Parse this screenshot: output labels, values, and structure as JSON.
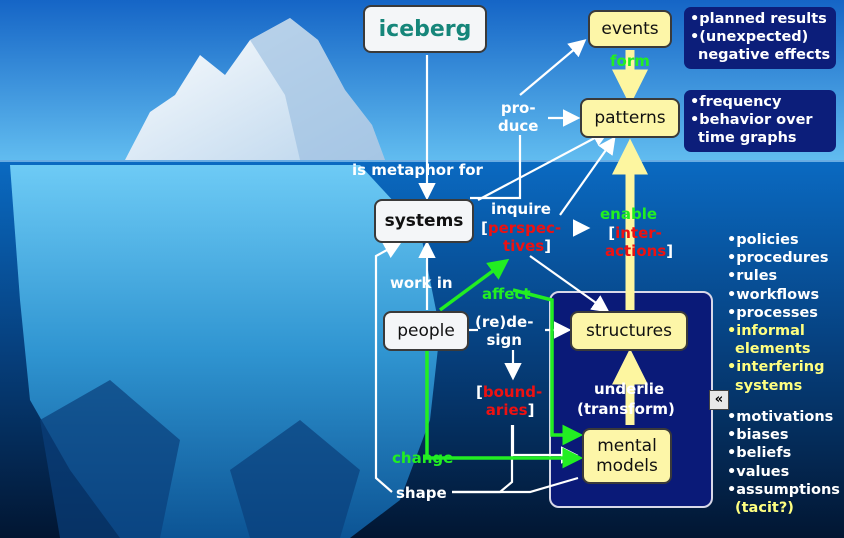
{
  "nodes": {
    "iceberg": "iceberg",
    "events": "events",
    "patterns": "patterns",
    "systems": "systems",
    "people": "people",
    "structures": "structures",
    "mental_models": [
      "mental",
      "models"
    ]
  },
  "notes": {
    "events": [
      "•planned results",
      "•(unexpected)",
      " negative effects"
    ],
    "patterns": [
      "•frequency",
      "•behavior over",
      " time graphs"
    ]
  },
  "labels": {
    "form": "form",
    "produce": [
      "pro-",
      "duce"
    ],
    "is_metaphor_for": "is metaphor for",
    "inquire": "inquire",
    "perspectives": [
      "perspec-",
      "tives"
    ],
    "enable": "enable",
    "interactions": [
      "inter-",
      "actions"
    ],
    "work_in": "work in",
    "affect": "affect",
    "redesign": [
      "(re)de-",
      "sign"
    ],
    "boundaries": [
      "bound-",
      "aries"
    ],
    "underlie": "underlie",
    "transform": "(transform)",
    "change": "change",
    "shape": "shape",
    "bracket_open": "[",
    "bracket_close": "]"
  },
  "structures_list": [
    {
      "text": "•policies",
      "style": "white"
    },
    {
      "text": "•procedures",
      "style": "white"
    },
    {
      "text": "•rules",
      "style": "white"
    },
    {
      "text": "•workflows",
      "style": "white"
    },
    {
      "text": "•processes",
      "style": "white"
    },
    {
      "text": "•informal",
      "style": "yellow"
    },
    {
      "text": " elements",
      "style": "yellow-indent"
    },
    {
      "text": "•interfering",
      "style": "yellow"
    },
    {
      "text": " systems",
      "style": "yellow-indent"
    }
  ],
  "mental_models_list": [
    {
      "text": "•motivations",
      "style": "white"
    },
    {
      "text": "•biases",
      "style": "white"
    },
    {
      "text": "•beliefs",
      "style": "white"
    },
    {
      "text": "•values",
      "style": "white"
    },
    {
      "text": "•assumptions",
      "style": "white"
    },
    {
      "text": " (tacit?)",
      "style": "yellow-indent"
    }
  ],
  "collapse_icon": "«",
  "colors": {
    "sky_top": "#1668c8",
    "sky_bottom": "#5ab8ee",
    "water_top": "#0b6cc4",
    "water_bottom": "#021a3a",
    "note_bg": "#0c1e7a",
    "node_yellow": "#fdf6a8",
    "node_white": "#f4f6f8",
    "arrow_white": "#ffffff",
    "arrow_yellow": "#fdf6a0",
    "arrow_green": "#22ee22",
    "accent_red": "#e11111",
    "iceberg_title": "#16867a"
  },
  "icons": [
    "arrow-head-icon",
    "collapse-icon"
  ]
}
